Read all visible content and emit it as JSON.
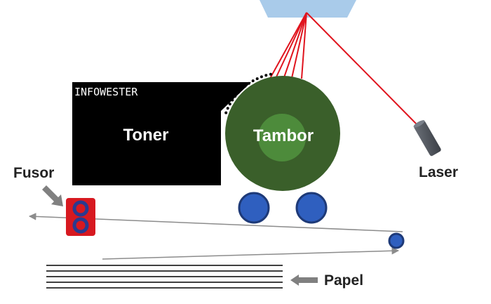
{
  "labels": {
    "brand": "INFOWESTER",
    "toner": "Toner",
    "drum": "Tambor",
    "fuser": "Fusor",
    "laser": "Laser",
    "paper": "Papel"
  },
  "colors": {
    "mirror": "#a9cbea",
    "laser_beam": "#e0141e",
    "toner_body": "#000000",
    "drum_outer": "#3a5f2a",
    "drum_inner": "#4d8b3b",
    "roller_fill": "#2f5fbf",
    "roller_stroke": "#1e3a78",
    "fuser_body": "#d71920",
    "fuser_roller": "#2a3a8f",
    "paper_path": "#8c8c8c",
    "arrow": "#808080",
    "laser_device": "#4a4f57"
  }
}
